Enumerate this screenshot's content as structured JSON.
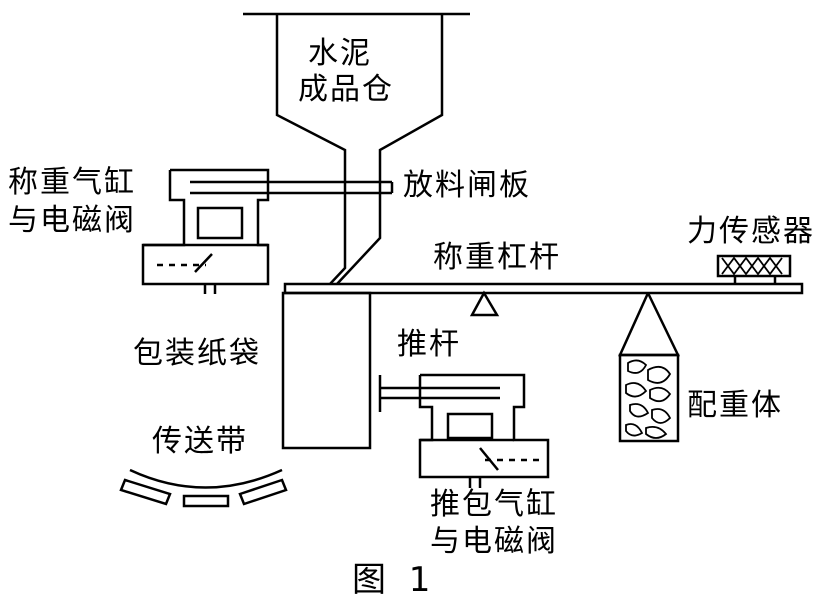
{
  "labels": {
    "silo": [
      "水泥",
      "成品仓"
    ],
    "gate": "放料闸板",
    "weigh_cylinder": [
      "称重气缸",
      "与电磁阀"
    ],
    "lever": "称重杠杆",
    "force_sensor": "力传感器",
    "bag": "包装纸袋",
    "push_rod": "推杆",
    "counterweight": "配重体",
    "conveyor": "传送带",
    "push_cylinder": [
      "推包气缸",
      "与电磁阀"
    ],
    "figure_caption": "图 1"
  },
  "colors": {
    "ink": "#000000",
    "paper": "#ffffff"
  }
}
